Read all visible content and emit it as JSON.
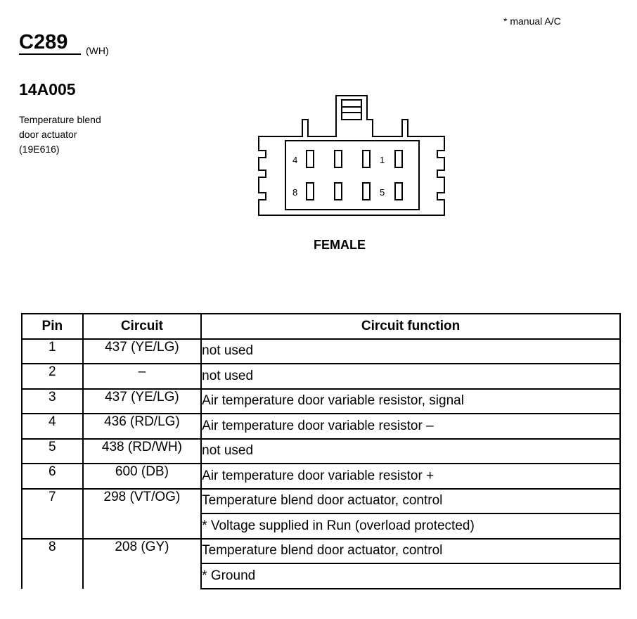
{
  "note": "*  manual A/C",
  "connector": {
    "id": "C289",
    "color": "(WH)",
    "part_number": "14A005",
    "description": [
      "Temperature blend",
      "door actuator",
      "(19E616)"
    ],
    "gender": "FEMALE",
    "pin_labels": {
      "top_left": "4",
      "top_right": "1",
      "bottom_left": "8",
      "bottom_right": "5"
    }
  },
  "table": {
    "headers": {
      "pin": "Pin",
      "circuit": "Circuit",
      "function": "Circuit function"
    },
    "rows": [
      {
        "pin": "1",
        "circuit": "437 (YE/LG)",
        "functions": [
          "not used"
        ]
      },
      {
        "pin": "2",
        "circuit": "–",
        "functions": [
          "not used"
        ]
      },
      {
        "pin": "3",
        "circuit": "437 (YE/LG)",
        "functions": [
          "Air temperature door variable resistor, signal"
        ]
      },
      {
        "pin": "4",
        "circuit": "436 (RD/LG)",
        "functions": [
          "Air temperature door variable resistor –"
        ]
      },
      {
        "pin": "5",
        "circuit": "438 (RD/WH)",
        "functions": [
          "not used"
        ]
      },
      {
        "pin": "6",
        "circuit": "600 (DB)",
        "functions": [
          "Air temperature door variable resistor +"
        ]
      },
      {
        "pin": "7",
        "circuit": "298 (VT/OG)",
        "functions": [
          "Temperature blend door actuator, control",
          "* Voltage supplied in Run (overload protected)"
        ]
      },
      {
        "pin": "8",
        "circuit": "208 (GY)",
        "functions": [
          "Temperature blend door actuator, control",
          "* Ground"
        ]
      }
    ]
  }
}
